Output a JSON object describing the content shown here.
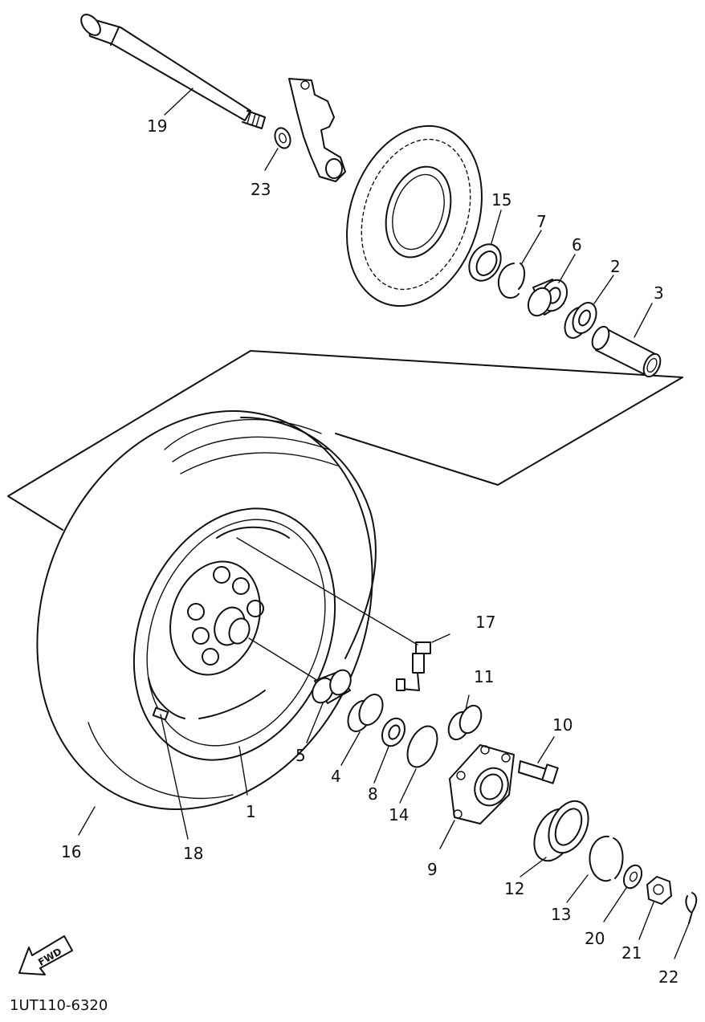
{
  "diagram": {
    "callouts": {
      "p1": "1",
      "p2": "2",
      "p3": "3",
      "p4": "4",
      "p5": "5",
      "p6": "6",
      "p7": "7",
      "p8": "8",
      "p9": "9",
      "p10": "10",
      "p11": "11",
      "p12": "12",
      "p13": "13",
      "p14": "14",
      "p15": "15",
      "p16": "16",
      "p17": "17",
      "p18": "18",
      "p19": "19",
      "p20": "20",
      "p21": "21",
      "p22": "22",
      "p23": "23"
    },
    "fwd_label": "FWD",
    "figure_code": "1UT110-6320"
  }
}
